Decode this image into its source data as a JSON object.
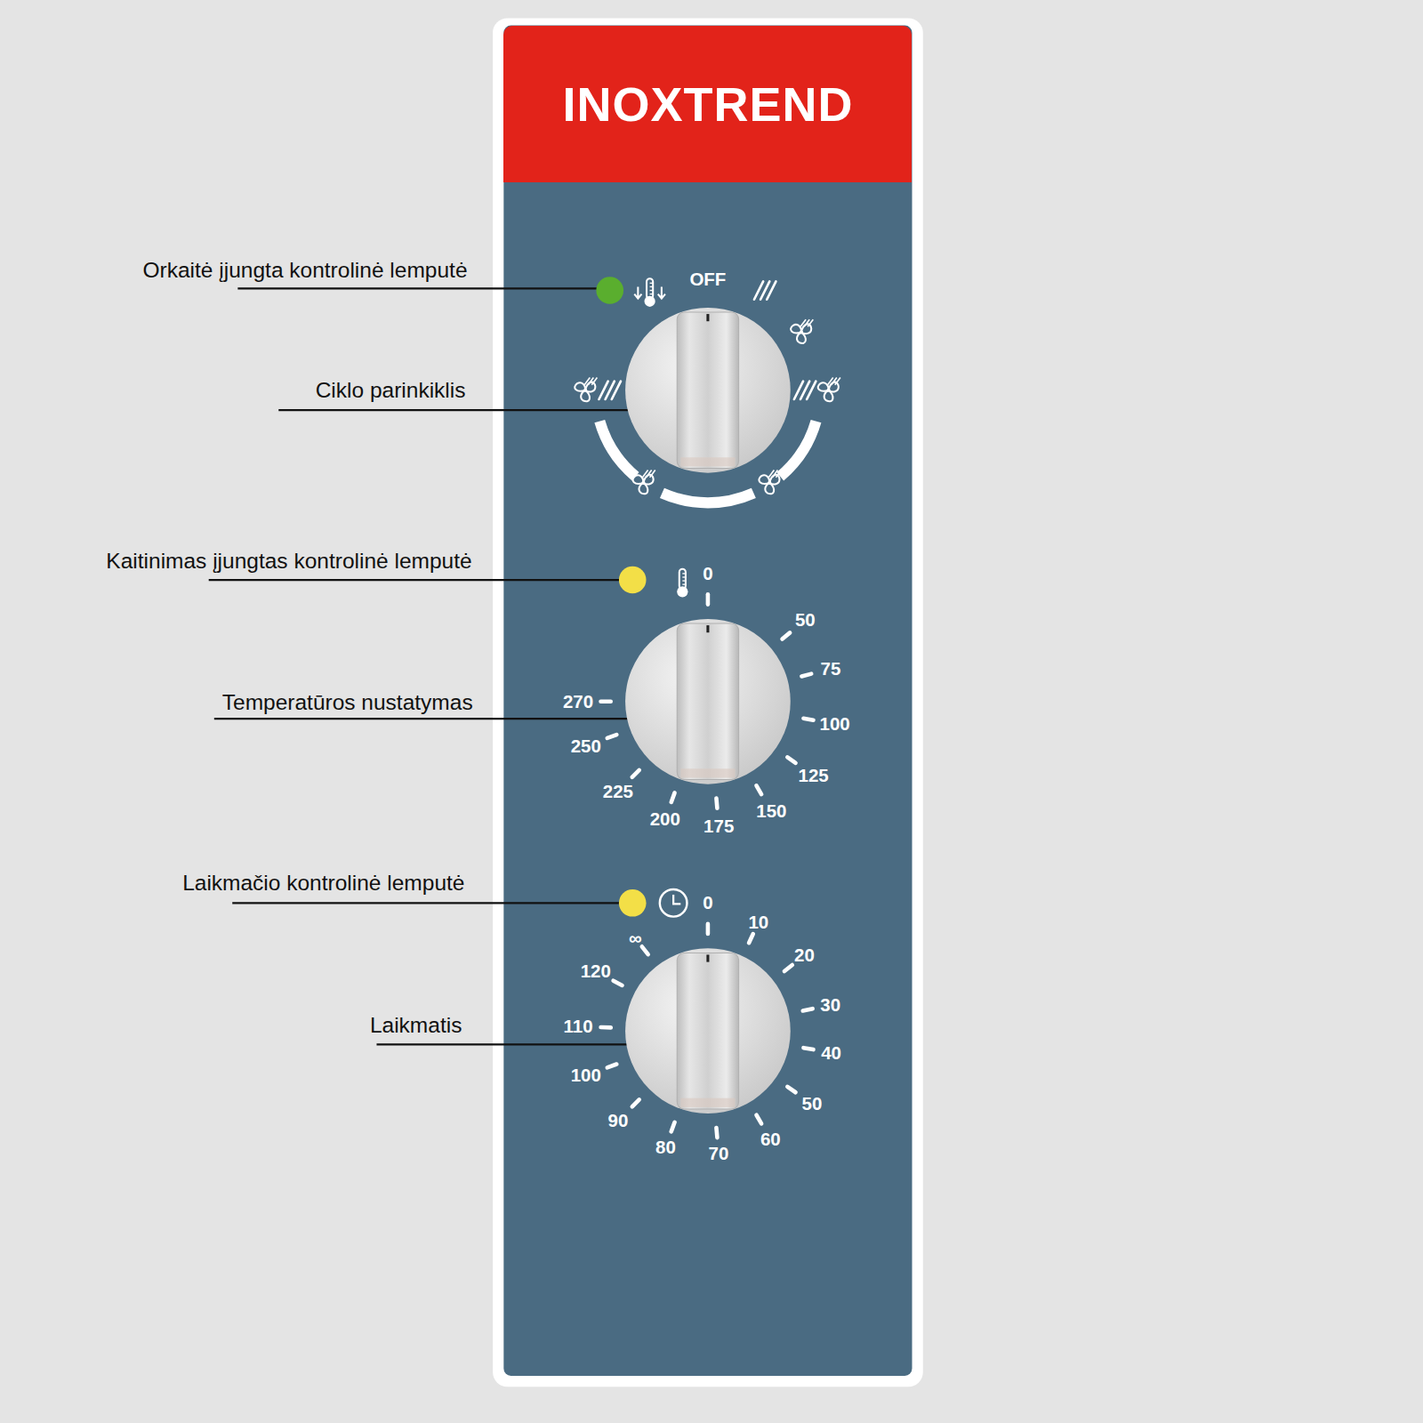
{
  "diagram": {
    "nodes": [
      {
        "text": [
          "INOXTREND"
        ]
      }
    ],
    "labels": [
      "Orkaitė įjungta kontrolinė lemputė",
      "Ciklo parinkiklis",
      "Kaitinimas įjungtas kontrolinė lemputė",
      "Temperatūros nustatymas",
      "Laikmačio kontrolinė lemputė",
      "Laikmatis",
      "OFF",
      "0",
      "50",
      "75",
      "100",
      "125",
      "150",
      "175",
      "200",
      "225",
      "250",
      "270",
      "0",
      "10",
      "20",
      "30",
      "40",
      "50",
      "60",
      "70",
      "80",
      "90",
      "100",
      "110",
      "120",
      "∞"
    ]
  }
}
